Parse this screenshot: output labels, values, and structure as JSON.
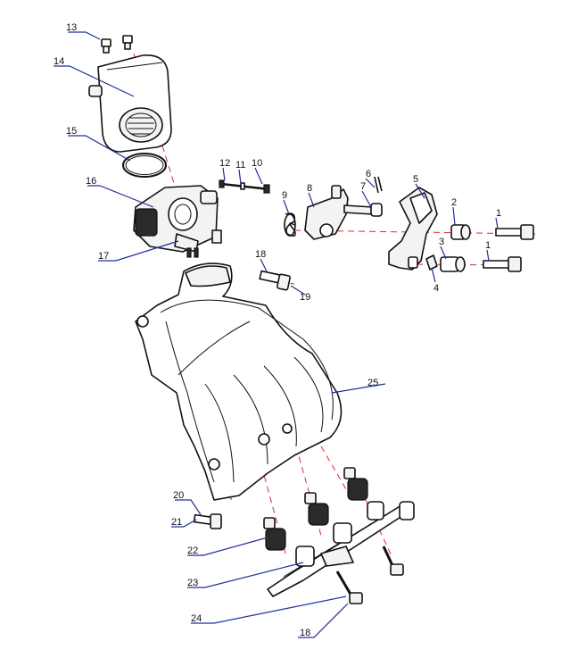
{
  "callouts": [
    {
      "id": "c1a",
      "label": "1"
    },
    {
      "id": "c1b",
      "label": "1"
    },
    {
      "id": "c2",
      "label": "2"
    },
    {
      "id": "c3",
      "label": "3"
    },
    {
      "id": "c4",
      "label": "4"
    },
    {
      "id": "c5",
      "label": "5"
    },
    {
      "id": "c6",
      "label": "6"
    },
    {
      "id": "c7",
      "label": "7"
    },
    {
      "id": "c8",
      "label": "8"
    },
    {
      "id": "c9",
      "label": "9"
    },
    {
      "id": "c10",
      "label": "10"
    },
    {
      "id": "c11",
      "label": "11"
    },
    {
      "id": "c12",
      "label": "12"
    },
    {
      "id": "c13",
      "label": "13"
    },
    {
      "id": "c14",
      "label": "14"
    },
    {
      "id": "c15",
      "label": "15"
    },
    {
      "id": "c16",
      "label": "16"
    },
    {
      "id": "c17",
      "label": "17"
    },
    {
      "id": "c18a",
      "label": "18"
    },
    {
      "id": "c18b",
      "label": "18"
    },
    {
      "id": "c19",
      "label": "19"
    },
    {
      "id": "c20",
      "label": "20"
    },
    {
      "id": "c21",
      "label": "21"
    },
    {
      "id": "c22",
      "label": "22"
    },
    {
      "id": "c23",
      "label": "23"
    },
    {
      "id": "c24",
      "label": "24"
    },
    {
      "id": "c25",
      "label": "25"
    }
  ],
  "colors": {
    "leader_line": "#1f2f9a",
    "assembly_axis": "#e0282a",
    "line_art": "#111111"
  }
}
